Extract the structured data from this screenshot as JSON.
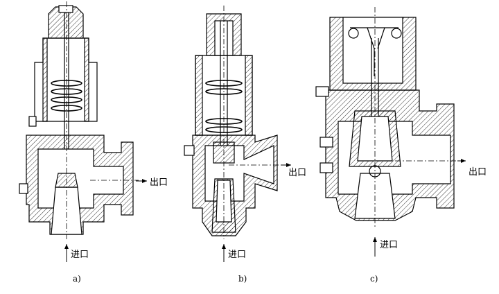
{
  "figure": {
    "panels": [
      {
        "id": "a",
        "caption": "a)",
        "outlet_label": "出口",
        "inlet_label": "进口"
      },
      {
        "id": "b",
        "caption": "b)",
        "outlet_label": "出口",
        "inlet_label": "进口"
      },
      {
        "id": "c",
        "caption": "c)",
        "outlet_label": "出口",
        "inlet_label": "进口"
      }
    ],
    "colors": {
      "line": "#000000",
      "background": "#ffffff"
    }
  }
}
